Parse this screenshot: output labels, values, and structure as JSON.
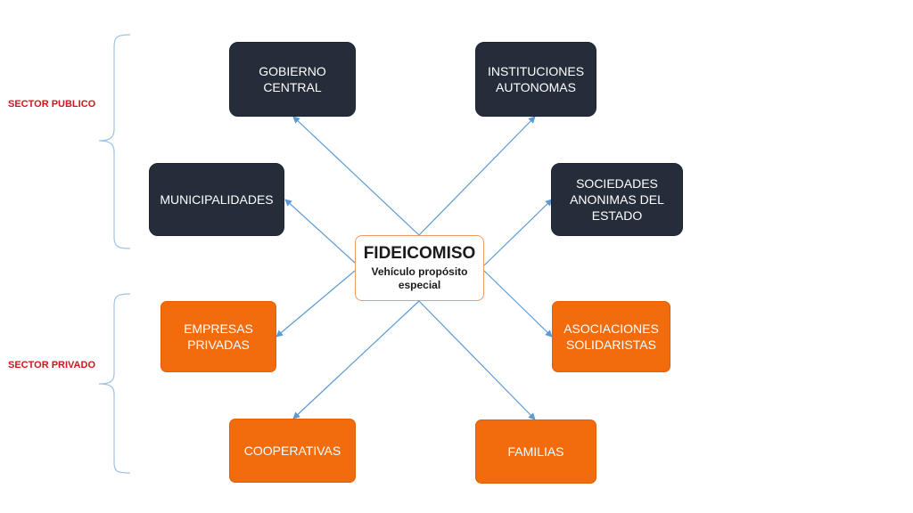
{
  "center": {
    "title": "FIDEICOMISO",
    "subtitle": "Vehículo propósito especial"
  },
  "nodes": {
    "gobierno_central": "GOBIERNO\nCENTRAL",
    "instituciones_autonomas": "INSTITUCIONES\nAUTONOMAS",
    "municipalidades": "MUNICIPALIDADES",
    "sociedades_anonimas": "SOCIEDADES\nANONIMAS DEL\nESTADO",
    "empresas_privadas": "EMPRESAS\nPRIVADAS",
    "asociaciones_solidaristas": "ASOCIACIONES\nSOLIDARISTAS",
    "cooperativas": "COOPERATIVAS",
    "familias": "FAMILIAS"
  },
  "sectors": {
    "publico": "SECTOR PUBLICO",
    "privado": "SECTOR PRIVADO"
  },
  "colors": {
    "dark_box": "#252d3a",
    "orange_box": "#f26c0d",
    "arrow": "#5b9bd5",
    "sector_label": "#d0161b",
    "brace": "#9dc3e6"
  }
}
